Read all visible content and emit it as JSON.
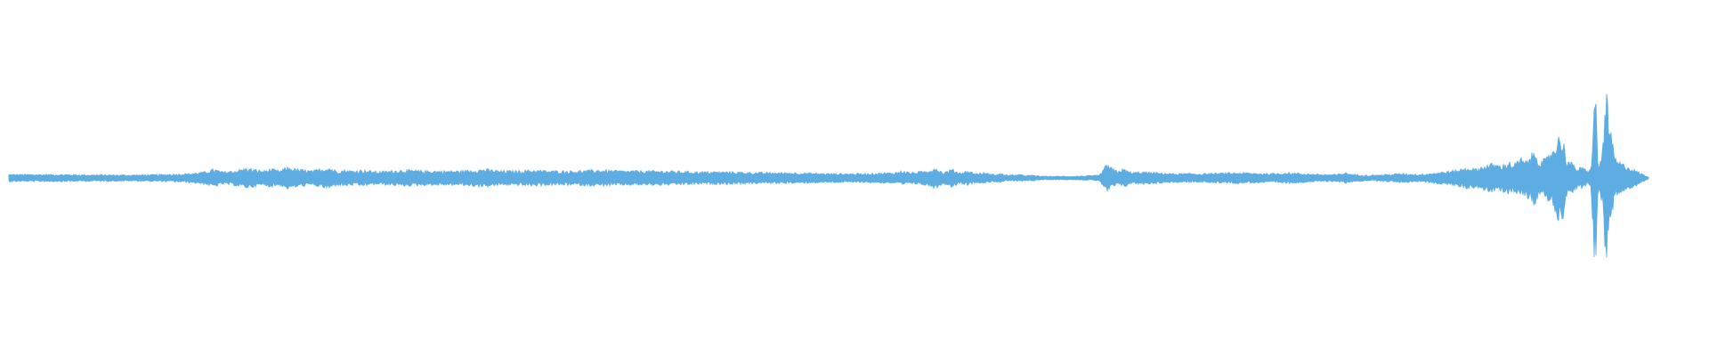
{
  "chart_data": {
    "type": "area",
    "title": "",
    "xlabel": "",
    "ylabel": "",
    "grid": false,
    "legend": "none",
    "ylim": [
      -1,
      1
    ],
    "xlim": [
      0,
      1
    ],
    "color": "#5dade2",
    "series": [
      {
        "x": [
          0.0,
          0.03,
          0.06,
          0.08,
          0.095,
          0.11,
          0.12,
          0.125,
          0.13,
          0.137,
          0.145,
          0.155,
          0.16,
          0.165,
          0.17,
          0.175,
          0.185,
          0.195,
          0.2,
          0.205,
          0.21,
          0.215,
          0.225,
          0.24,
          0.255,
          0.265,
          0.275,
          0.29,
          0.3,
          0.31,
          0.32,
          0.33,
          0.345,
          0.36,
          0.375,
          0.385,
          0.4,
          0.42,
          0.44,
          0.46,
          0.48,
          0.5,
          0.52,
          0.54,
          0.545,
          0.55,
          0.56,
          0.565,
          0.57,
          0.575,
          0.58,
          0.585,
          0.59,
          0.595,
          0.6,
          0.605,
          0.61,
          0.615,
          0.62,
          0.625,
          0.63,
          0.65,
          0.665,
          0.67,
          0.673,
          0.676,
          0.68,
          0.685,
          0.69,
          0.7,
          0.71,
          0.73,
          0.75,
          0.77,
          0.78,
          0.79,
          0.8,
          0.81,
          0.815,
          0.82,
          0.83,
          0.84,
          0.85,
          0.86,
          0.87,
          0.88,
          0.886,
          0.89,
          0.895,
          0.9,
          0.905,
          0.91,
          0.915,
          0.918,
          0.922,
          0.925,
          0.928,
          0.931,
          0.934,
          0.938,
          0.942,
          0.946,
          0.948,
          0.95,
          0.952,
          0.955,
          0.957,
          0.959,
          0.961,
          0.963,
          0.965,
          0.967,
          0.968,
          0.969,
          0.97,
          0.972,
          0.974,
          0.976,
          0.98,
          1.0
        ],
        "amplitude": [
          0.04,
          0.04,
          0.035,
          0.035,
          0.04,
          0.05,
          0.07,
          0.1,
          0.07,
          0.08,
          0.11,
          0.08,
          0.1,
          0.08,
          0.12,
          0.1,
          0.08,
          0.12,
          0.08,
          0.09,
          0.08,
          0.09,
          0.07,
          0.09,
          0.08,
          0.08,
          0.08,
          0.1,
          0.08,
          0.08,
          0.09,
          0.08,
          0.08,
          0.09,
          0.08,
          0.08,
          0.08,
          0.07,
          0.07,
          0.06,
          0.06,
          0.05,
          0.05,
          0.06,
          0.08,
          0.06,
          0.08,
          0.12,
          0.06,
          0.1,
          0.06,
          0.08,
          0.05,
          0.06,
          0.04,
          0.05,
          0.03,
          0.04,
          0.03,
          0.03,
          0.02,
          0.02,
          0.03,
          0.16,
          0.1,
          0.08,
          0.1,
          0.06,
          0.07,
          0.06,
          0.05,
          0.05,
          0.06,
          0.05,
          0.06,
          0.05,
          0.04,
          0.04,
          0.06,
          0.04,
          0.03,
          0.04,
          0.05,
          0.04,
          0.06,
          0.08,
          0.1,
          0.12,
          0.1,
          0.14,
          0.16,
          0.14,
          0.18,
          0.15,
          0.22,
          0.18,
          0.25,
          0.3,
          0.18,
          0.22,
          0.35,
          0.48,
          0.42,
          0.22,
          0.18,
          0.14,
          0.1,
          0.12,
          0.1,
          0.08,
          0.1,
          0.95,
          0.8,
          0.2,
          0.15,
          0.3,
          1.0,
          0.6,
          0.2,
          0.01
        ]
      }
    ]
  }
}
